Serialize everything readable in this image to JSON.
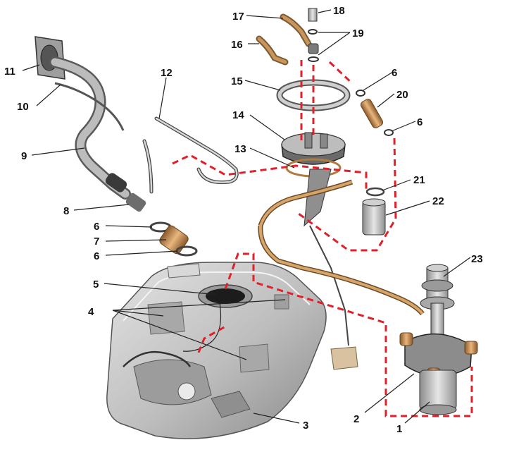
{
  "diagram": {
    "labels": [
      {
        "id": "1",
        "text": "1"
      },
      {
        "id": "2",
        "text": "2"
      },
      {
        "id": "3",
        "text": "3"
      },
      {
        "id": "4",
        "text": "4"
      },
      {
        "id": "5",
        "text": "5"
      },
      {
        "id": "6a",
        "text": "6"
      },
      {
        "id": "6b",
        "text": "6"
      },
      {
        "id": "6c",
        "text": "6"
      },
      {
        "id": "6d",
        "text": "6"
      },
      {
        "id": "7",
        "text": "7"
      },
      {
        "id": "8",
        "text": "8"
      },
      {
        "id": "9",
        "text": "9"
      },
      {
        "id": "10",
        "text": "10"
      },
      {
        "id": "11",
        "text": "11"
      },
      {
        "id": "12",
        "text": "12"
      },
      {
        "id": "13",
        "text": "13"
      },
      {
        "id": "14",
        "text": "14"
      },
      {
        "id": "15",
        "text": "15"
      },
      {
        "id": "16",
        "text": "16"
      },
      {
        "id": "17",
        "text": "17"
      },
      {
        "id": "18",
        "text": "18"
      },
      {
        "id": "19",
        "text": "19"
      },
      {
        "id": "20",
        "text": "20"
      },
      {
        "id": "21",
        "text": "21"
      },
      {
        "id": "22",
        "text": "22"
      },
      {
        "id": "23",
        "text": "23"
      }
    ],
    "colors": {
      "tank": "#c9c9c9",
      "tank_shadow": "#8f8f8f",
      "metal": "#b8b8b8",
      "copper": "#c8955c",
      "hose_dark": "#5a4530",
      "assembly_line": "#e0202a"
    }
  }
}
